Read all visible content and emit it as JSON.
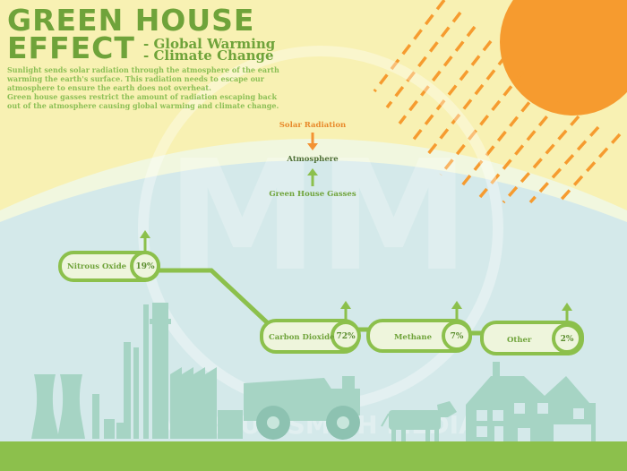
{
  "title": {
    "line1": "GREEN HOUSE",
    "line2": "EFFECT",
    "subtitle_1": "- Global Warming",
    "subtitle_2": "- Climate Change"
  },
  "description": {
    "line1": "Sunlight sends solar radiation through the atmosphere of the earth",
    "line2": "warming the earth's surface. This radiation needs to escape our",
    "line3": "atmosphere to ensure the earth does not overheat.",
    "line4": "Green house gasses restrict the amount of radiation escaping back",
    "line5": "out of the atmosphere causing global warming and climate change."
  },
  "flow": {
    "solar": "Solar Radiation",
    "atmosphere": "Atmosphere",
    "gasses": "Green House Gasses"
  },
  "gases": [
    {
      "name": "Nitrous Oxide",
      "percent": "19%"
    },
    {
      "name": "Carbon Dioxide",
      "percent": "72%"
    },
    {
      "name": "Methane",
      "percent": "7%"
    },
    {
      "name": "Other",
      "percent": "2%"
    }
  ],
  "watermark": {
    "monogram": "MM",
    "text": "MARCUS SMITH MEDIA"
  },
  "colors": {
    "sky_yellow": "#f8f1b3",
    "sky_blue": "#d4e9ea",
    "sun_orange": "#f69b2f",
    "accent_green": "#8cc04c",
    "title_green": "#6fa33a",
    "silhouette": "#a6d4c4",
    "ground": "#8cc04c"
  }
}
